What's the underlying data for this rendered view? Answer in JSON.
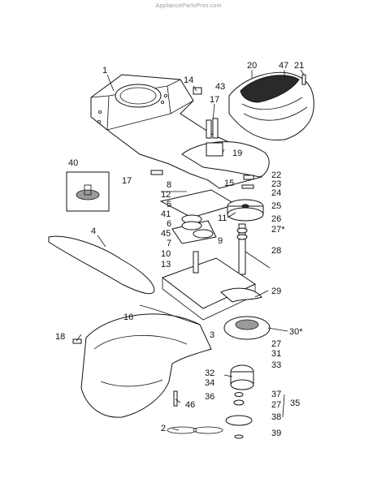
{
  "watermark": "AppliancePartsPros.com",
  "labels": {
    "1": "1",
    "2": "2",
    "3": "3",
    "4": "4",
    "5": "5",
    "6": "6",
    "7": "7",
    "8": "8",
    "9": "9",
    "10": "10",
    "11": "11",
    "12": "12",
    "13": "13",
    "14": "14",
    "15": "15",
    "16": "16",
    "17a": "17",
    "17b": "17",
    "18": "18",
    "19": "19",
    "20": "20",
    "21": "21",
    "22": "22",
    "23": "23",
    "24": "24",
    "25": "25",
    "26": "26",
    "27a": "27*",
    "27b": "27",
    "27c": "27",
    "28": "28",
    "29": "29",
    "30": "30*",
    "31": "31",
    "32": "32",
    "33": "33",
    "34": "34",
    "35": "35",
    "36": "36",
    "37": "37",
    "38": "38",
    "39": "39",
    "40": "40",
    "41": "41",
    "43": "43",
    "45": "45",
    "46": "46",
    "47": "47"
  }
}
